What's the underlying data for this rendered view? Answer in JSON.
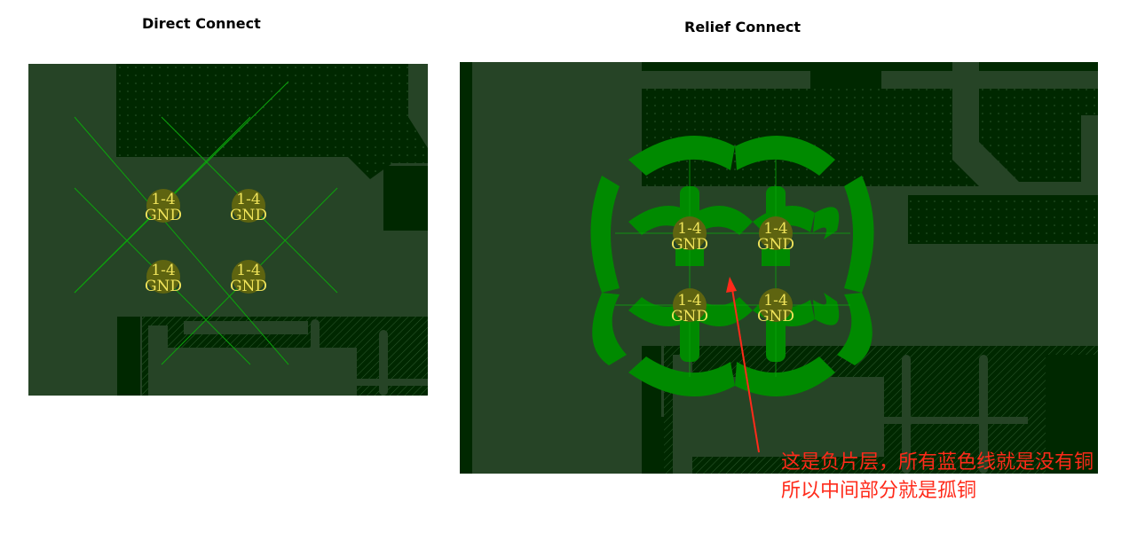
{
  "titles": {
    "direct": "Direct Connect",
    "relief": "Relief Connect"
  },
  "pad": {
    "line1": "1-4",
    "line2": "GND"
  },
  "annotation": {
    "line1": "这是负片层，所有蓝色线就是没有铜",
    "line2": "所以中间部分就是孤铜"
  },
  "colors": {
    "board_dark": "#002800",
    "copper_plane": "#264426",
    "relief_spoke": "#008a00",
    "pad_fill": "#5e6410",
    "pad_text": "#f0e45a",
    "guide_line": "#0ca40c",
    "annotation": "#ff2a1a",
    "background": "#ffffff"
  }
}
